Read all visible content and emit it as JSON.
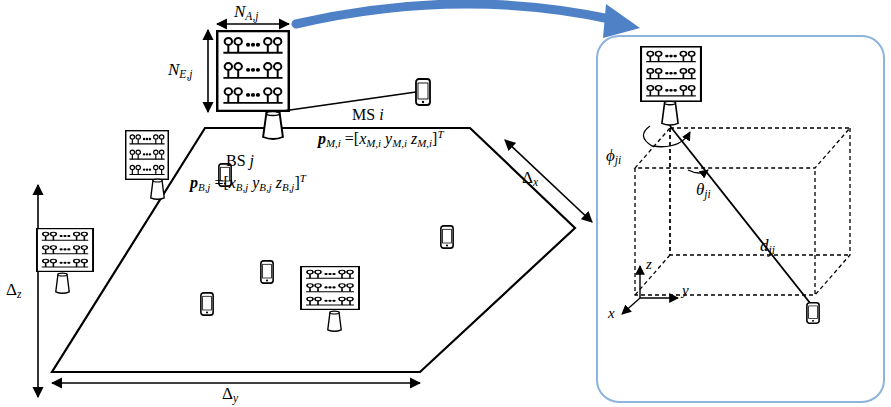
{
  "diagram": {
    "labels": [
      "NA,j",
      "NE,j",
      "MS i",
      "pM,i =[xM,i yM,i zM,i]T",
      "BS j",
      "pB,j =[xB,j yB,j zB,j]T",
      "Δz",
      "Δy",
      "Δx",
      "ϕji",
      "θji",
      "dji",
      "z",
      "y",
      "x"
    ]
  }
}
